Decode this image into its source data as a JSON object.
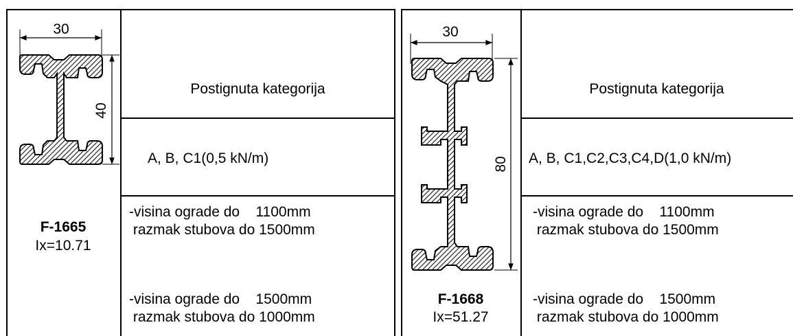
{
  "left": {
    "dim_width": "30",
    "dim_height": "40",
    "category_header": "Postignuta kategorija",
    "category_value": "A, B, C1(0,5 kN/m)",
    "code": "F-1665",
    "ix": "Ix=10.71",
    "spec1_line1": "-visina ograde do    1100mm",
    "spec1_line2": " razmak stubova do 1500mm",
    "spec2_line1": "-visina ograde do    1500mm",
    "spec2_line2": " razmak stubova do 1000mm"
  },
  "right": {
    "dim_width": "30",
    "dim_height": "80",
    "category_header": "Postignuta kategorija",
    "category_value": "A, B, C1,C2,C3,C4,D(1,0 kN/m)",
    "code": "F-1668",
    "ix": "Ix=51.27",
    "spec1_line1": "-visina ograde do    1100mm",
    "spec1_line2": " razmak stubova do 1500mm",
    "spec2_line1": "-visina ograde do    1500mm",
    "spec2_line2": " razmak stubova do 1000mm"
  }
}
